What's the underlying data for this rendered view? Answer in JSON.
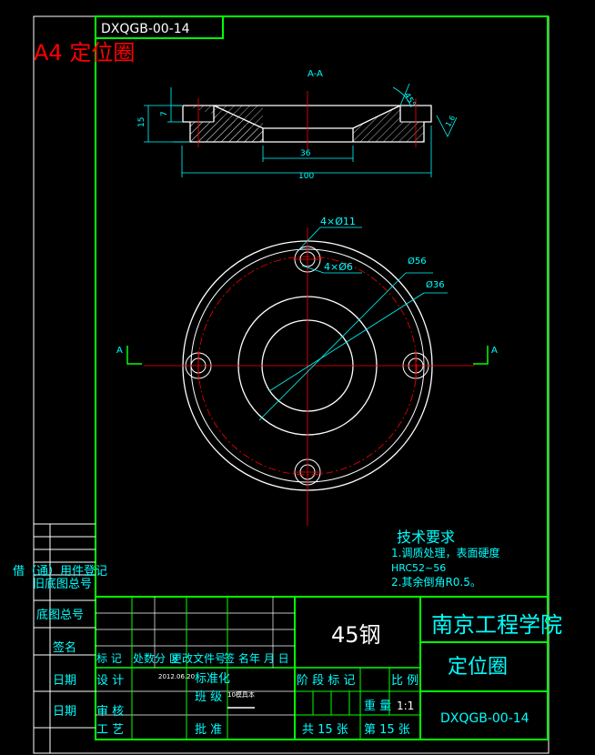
{
  "drawing": {
    "code_box": "DXQGB-00-14",
    "sheet_title": "A4 定位圈",
    "section_label": "A-A",
    "section_marker": "A",
    "angle_dim": "45°",
    "roughness": "1.6",
    "dims": {
      "thickness": "15",
      "step": "7",
      "inner": "36",
      "outer": "100",
      "holes_through": "4×Ø11",
      "holes_small": "4×Ø6",
      "d56": "Ø56",
      "d36": "Ø36"
    },
    "tech_req": {
      "heading": "技术要求",
      "line1": "1.调质处理，表面硬度",
      "line2": "HRC52~56",
      "line3": "2.其余倒角R0.5。"
    }
  },
  "side_table": {
    "r1": "借（通）用件登记",
    "r2": "旧底图总号",
    "r3": "底图总号",
    "r4": "签名",
    "r5": "日期",
    "r6": "日期"
  },
  "title_block": {
    "material": "45钢",
    "school": "南京工程学院",
    "part_name": "定位圈",
    "drawing_no": "DXQGB-00-14",
    "h_mark": "标 记",
    "h_count": "处数",
    "h_zone": "分 区",
    "h_docno": "更改文件号",
    "h_sign": "签 名",
    "h_date": "年 月 日",
    "design": "设 计",
    "design_name": "",
    "design_date": "2012.06.20",
    "standard": "标准化",
    "review": "审 核",
    "process": "工 艺",
    "approve": "批 准",
    "class": "班 级",
    "class_val": "10模具本",
    "stage": "阶 段 标 记",
    "weight": "重 量",
    "scale": "比 例",
    "scale_val": "1:1",
    "sheets": "共 15 张",
    "sheet_no": "第 15 张"
  }
}
